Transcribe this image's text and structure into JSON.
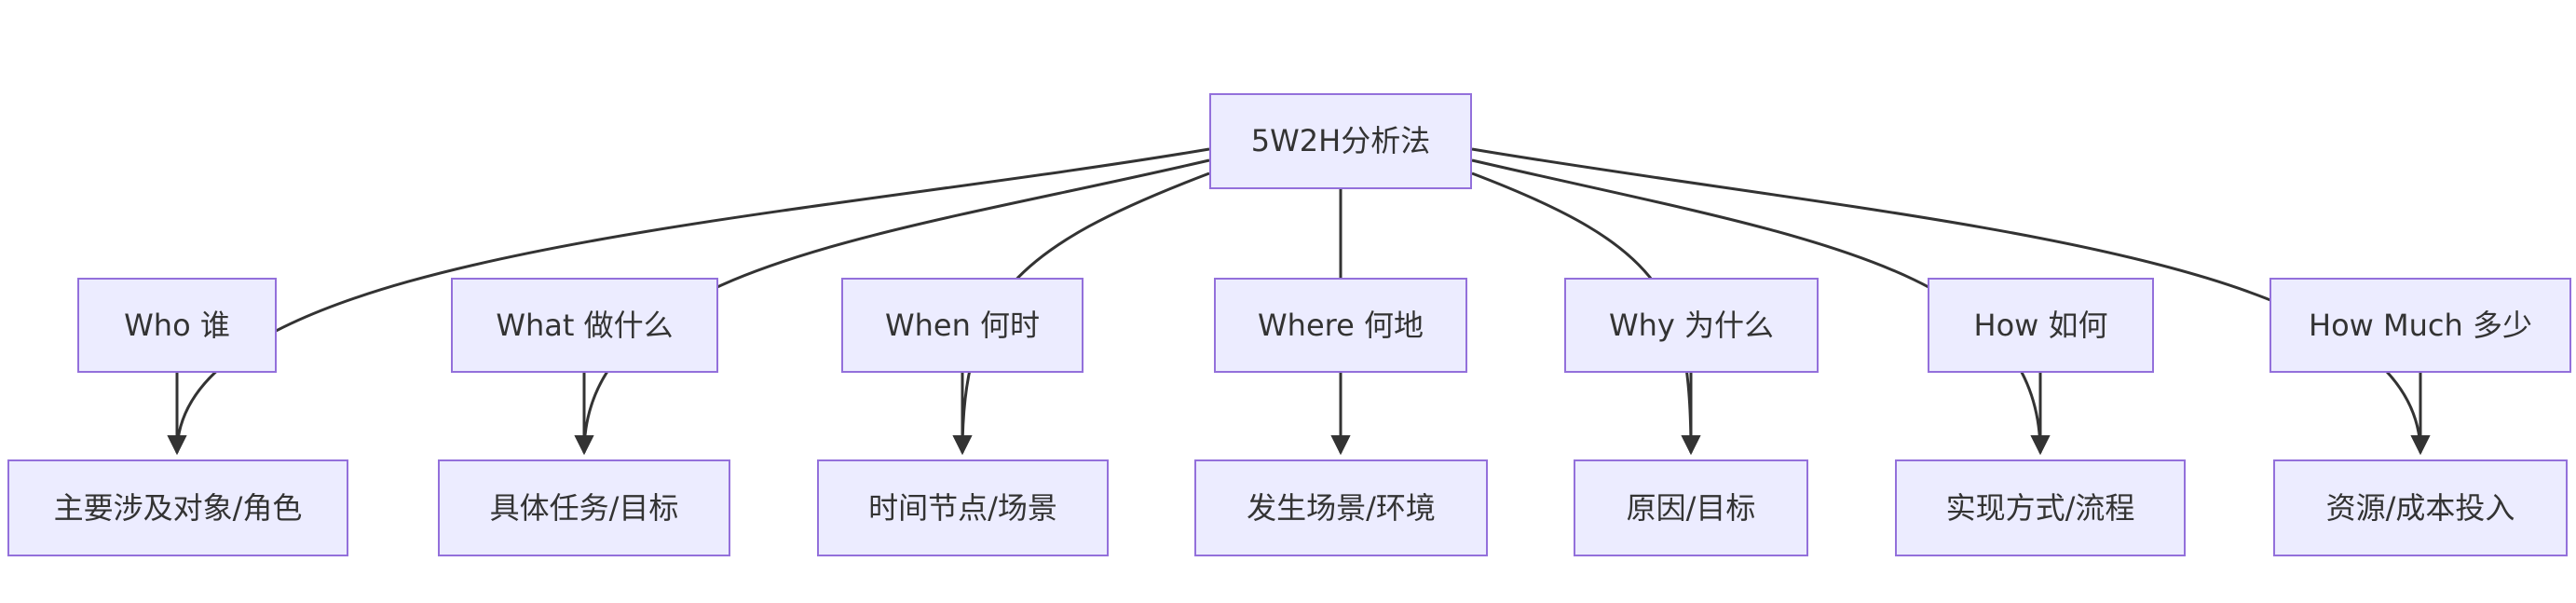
{
  "diagram": {
    "type": "flowchart-top-down",
    "root_label": "5W2H分析法",
    "columns": [
      {
        "question": "Who 谁",
        "answer": "主要涉及对象/角色"
      },
      {
        "question": "What 做什么",
        "answer": "具体任务/目标"
      },
      {
        "question": "When 何时",
        "answer": "时间节点/场景"
      },
      {
        "question": "Where 何地",
        "answer": "发生场景/环境"
      },
      {
        "question": "Why 为什么",
        "answer": "原因/目标"
      },
      {
        "question": "How 如何",
        "answer": "实现方式/流程"
      },
      {
        "question": "How Much 多少",
        "answer": "资源/成本投入"
      }
    ],
    "colors": {
      "node_fill": "#ECECFF",
      "node_border": "#9370DB",
      "edge": "#333333",
      "text": "#333333",
      "background": "#ffffff"
    }
  }
}
